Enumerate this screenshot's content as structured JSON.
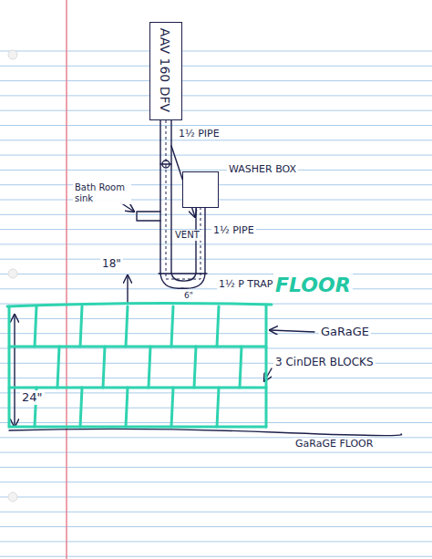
{
  "diagram": {
    "nodes": [
      {
        "text": [
          "AAV 160 DFV"
        ]
      },
      {
        "text": [
          "WASHER BOX"
        ]
      }
    ],
    "edges": [
      {
        "from": 0,
        "to": 1,
        "arrow": "none"
      }
    ],
    "labels": [
      "1½ PIPE",
      "Bath Room sink",
      "VENT",
      "1½ PIPE",
      "18\"",
      "6\"",
      "1½ P TRAP",
      "FLOOR",
      "GaRaGE",
      "3 CinDER BLOCKS",
      "24\"",
      "GaRaGE FLOOR"
    ]
  }
}
